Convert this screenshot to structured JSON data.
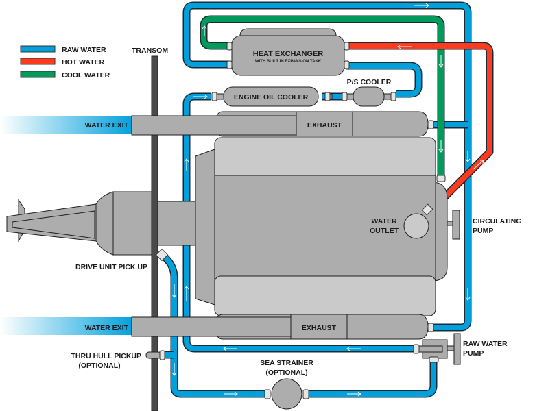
{
  "colors": {
    "raw_water": "#00a0dc",
    "hot_water": "#ff3b1f",
    "cool_water": "#009a5a",
    "component": "#adadad",
    "component_light": "#cacaca",
    "transom": "#4a4a4a"
  },
  "legend": {
    "items": [
      {
        "label": "RAW WATER",
        "color_key": "raw_water"
      },
      {
        "label": "HOT WATER",
        "color_key": "hot_water"
      },
      {
        "label": "COOL WATER",
        "color_key": "cool_water"
      }
    ]
  },
  "labels": {
    "transom": "TRANSOM",
    "heat_exchanger": "HEAT EXCHANGER",
    "heat_exchanger_sub": "WITH BUILT IN EXPANSION TANK",
    "ps_cooler": "P/S COOLER",
    "engine_oil_cooler": "ENGINE OIL COOLER",
    "water_exit_top": "WATER EXIT",
    "water_exit_bottom": "WATER EXIT",
    "exhaust_top": "EXHAUST",
    "exhaust_bottom": "EXHAUST",
    "water_outlet_1": "WATER",
    "water_outlet_2": "OUTLET",
    "circulating_pump_1": "CIRCULATING",
    "circulating_pump_2": "PUMP",
    "drive_unit_pickup": "DRIVE UNIT PICK UP",
    "thru_hull_1": "THRU HULL PICKUP",
    "thru_hull_2": "(OPTIONAL)",
    "sea_strainer_1": "SEA STRAINER",
    "sea_strainer_2": "(OPTIONAL)",
    "raw_water_pump_1": "RAW WATER",
    "raw_water_pump_2": "PUMP"
  }
}
